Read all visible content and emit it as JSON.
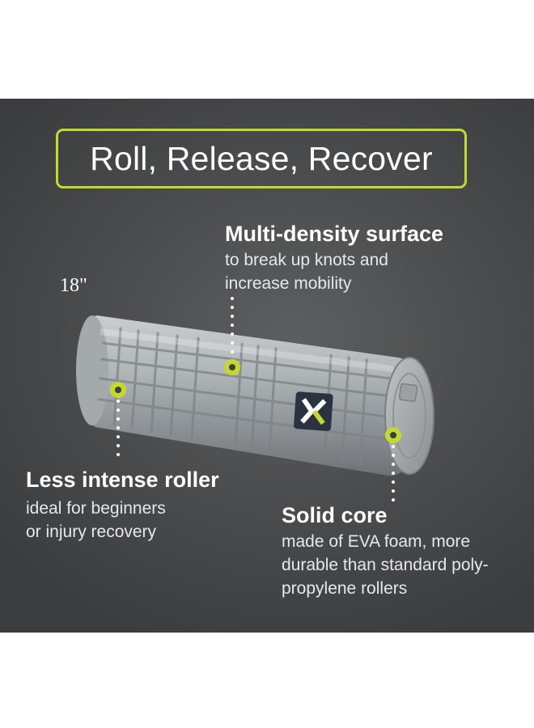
{
  "title": "Roll, Release, Recover",
  "size_label": "18\"",
  "callouts": {
    "surface": {
      "heading": "Multi-density surface",
      "lines": [
        "to break up knots and",
        "increase mobility"
      ]
    },
    "roller": {
      "heading": "Less intense roller",
      "lines": [
        "ideal for beginners",
        "or injury recovery"
      ]
    },
    "core": {
      "heading": "Solid core",
      "lines": [
        "made of EVA foam, more",
        "durable than standard poly-",
        "propylene rollers"
      ]
    }
  },
  "colors": {
    "accent": "#c3d92d",
    "background": "#4a4b4d",
    "roller": "#9ea3a6",
    "logo_dark": "#2c3240"
  },
  "icons": [
    "foam-roller-image",
    "brand-logo-icon"
  ]
}
